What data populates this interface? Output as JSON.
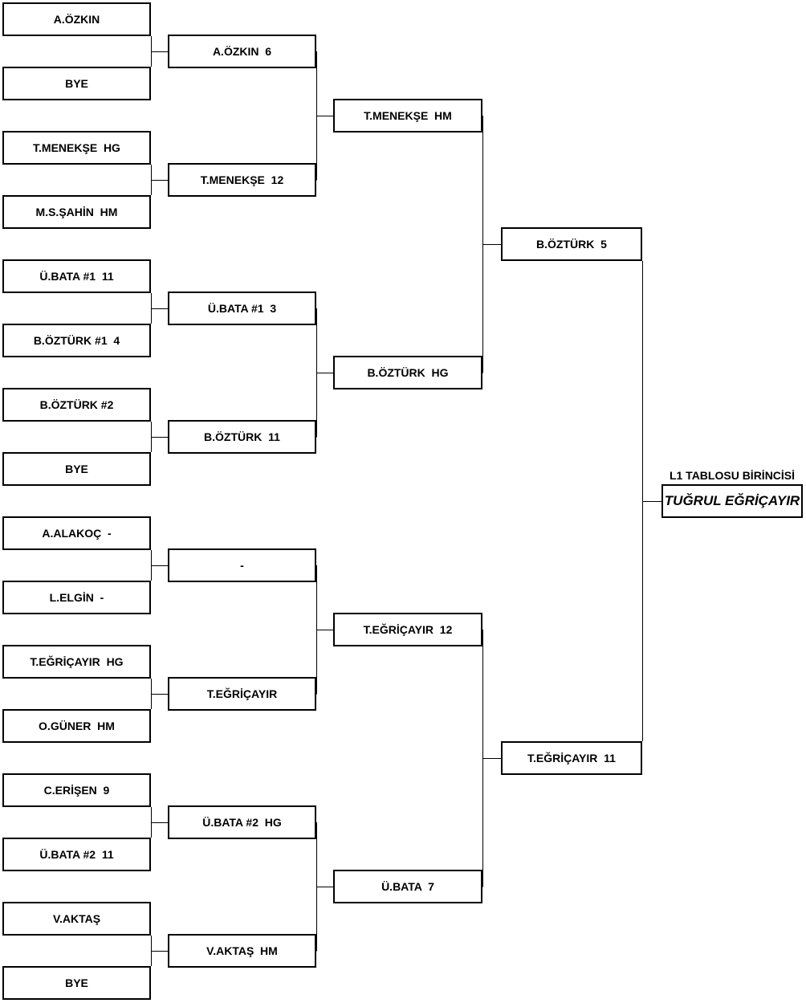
{
  "bracket": {
    "round1": [
      "A.ÖZKIN",
      "BYE",
      "T.MENEKŞE  HG",
      "M.S.ŞAHİN  HM",
      "Ü.BATA #1  11",
      "B.ÖZTÜRK #1  4",
      "B.ÖZTÜRK #2",
      "BYE",
      "A.ALAKOÇ  -",
      "L.ELGİN  -",
      "T.EĞRİÇAYIR  HG",
      "O.GÜNER  HM",
      "C.ERİŞEN  9",
      "Ü.BATA #2  11",
      "V.AKTAŞ",
      "BYE"
    ],
    "round2": [
      "A.ÖZKIN  6",
      "T.MENEKŞE  12",
      "Ü.BATA #1  3",
      "B.ÖZTÜRK  11",
      "-",
      "T.EĞRİÇAYIR",
      "Ü.BATA #2  HG",
      "V.AKTAŞ  HM"
    ],
    "round3": [
      "T.MENEKŞE  HM",
      "B.ÖZTÜRK  HG",
      "T.EĞRİÇAYIR  12",
      "Ü.BATA  7"
    ],
    "round4": [
      "B.ÖZTÜRK  5",
      "T.EĞRİÇAYIR  11"
    ]
  },
  "champion": {
    "label": "L1 TABLOSU BİRİNCİSİ",
    "name": "TUĞRUL EĞRİÇAYIR"
  }
}
